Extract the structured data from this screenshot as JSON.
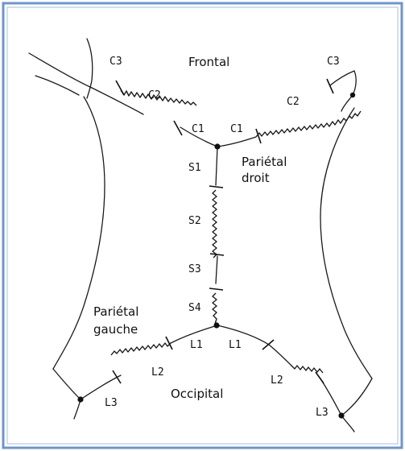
{
  "diagram": {
    "regions": {
      "frontal": "Frontal",
      "parietal_right_line1": "Pariétal",
      "parietal_right_line2": "droit",
      "parietal_left_line1": "Pariétal",
      "parietal_left_line2": "gauche",
      "occipital": "Occipital"
    },
    "segments": {
      "c3_left": "C3",
      "c2_left": "C2",
      "c1_left": "C1",
      "c1_right": "C1",
      "c2_right": "C2",
      "c3_right": "C3",
      "s1": "S1",
      "s2": "S2",
      "s3": "S3",
      "s4": "S4",
      "l1_left": "L1",
      "l1_right": "L1",
      "l2_left": "L2",
      "l2_right": "L2",
      "l3_left": "L3",
      "l3_right": "L3"
    },
    "colors": {
      "frame_border": "#6f95c9",
      "ink": "#1a1a1a"
    }
  }
}
